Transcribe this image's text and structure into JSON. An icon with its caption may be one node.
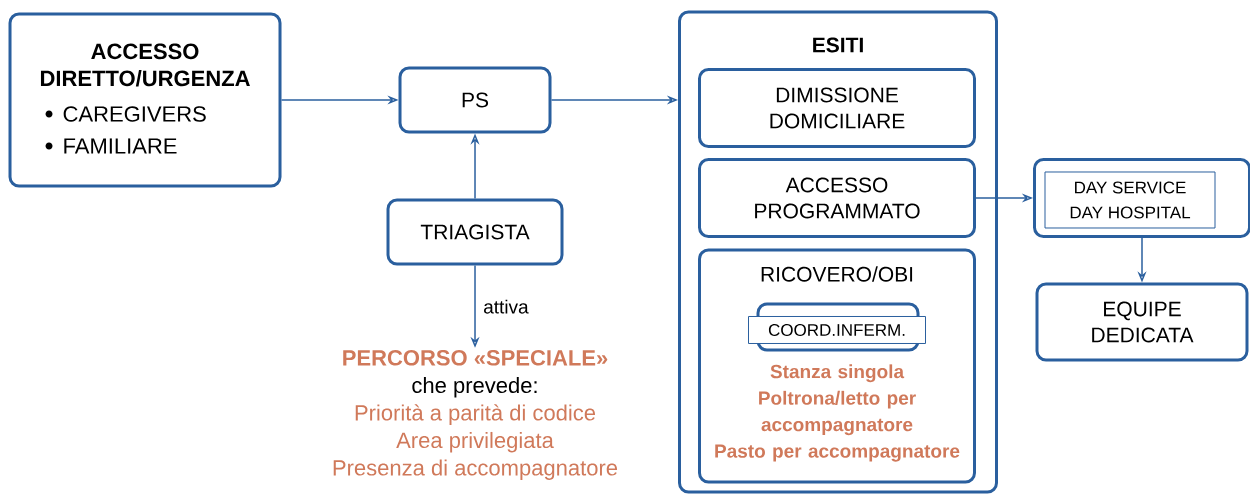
{
  "diagram": {
    "nodes": [
      {
        "text": [
          "ACCESSO DIRETTO/URGENZA",
          "CAREGIVERS",
          "FAMILIARE"
        ]
      },
      {
        "text": [
          "PS"
        ]
      },
      {
        "text": [
          "TRIAGISTA"
        ]
      },
      {
        "text": [
          "PERCORSO «SPECIALE»",
          "che prevede:",
          "Priorità a parità di codice",
          "Area privilegiata",
          "Presenza di accompagnatore"
        ]
      },
      {
        "text": [
          "ESITI"
        ]
      },
      {
        "text": [
          "DIMISSIONE DOMICILIARE"
        ],
        "in": 4
      },
      {
        "text": [
          "ACCESSO PROGRAMMATO"
        ],
        "in": 4
      },
      {
        "text": [
          "RICOVERO/OBI",
          "Stanza singola",
          "Poltrona/letto per accompagnatore",
          "Pasto per accompagnatore"
        ],
        "in": 4
      },
      {
        "text": [
          "COORD.INFERM."
        ],
        "in": 7
      },
      {
        "text": [
          "DAY SERVICE",
          "DAY HOSPITAL"
        ]
      },
      {
        "text": [
          "EQUIPE DEDICATA"
        ]
      }
    ],
    "edges": [
      {
        "from": 0,
        "to": 1,
        "arrow": "to"
      },
      {
        "from": 2,
        "to": 1,
        "arrow": "to"
      },
      {
        "from": 2,
        "to": 3,
        "arrow": "to",
        "label": "attiva"
      },
      {
        "from": 1,
        "to": 4,
        "arrow": "to"
      },
      {
        "from": 6,
        "to": 9,
        "arrow": "to"
      },
      {
        "from": 9,
        "to": 10,
        "arrow": "to"
      }
    ]
  }
}
